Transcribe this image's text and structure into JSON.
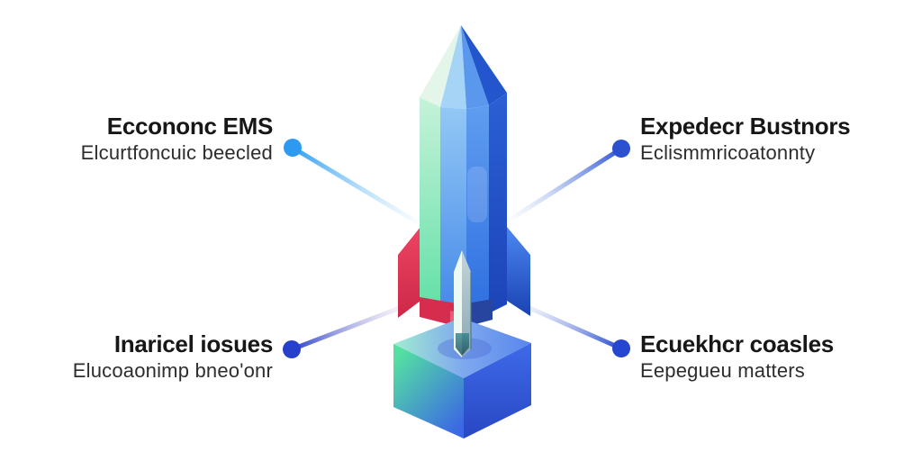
{
  "page": {
    "background": "#ffffff"
  },
  "diagram": {
    "type": "infographic-callout-diagram",
    "center_illustration": "low-poly-rocket-on-cube-pedestal",
    "palette": {
      "rocket_green": "#62e0a6",
      "rocket_light_blue": "#8fc6f5",
      "rocket_blue": "#2f6fe0",
      "rocket_dark_blue": "#1c44b8",
      "fin_red": "#d92f52",
      "fin_blue": "#2a5ad0",
      "nozzle_red": "#d62c4e",
      "nozzle_blue": "#27449e",
      "cube_green": "#54e0a2",
      "cube_blue": "#3b68e4",
      "connector_light_blue": "#2e9ef2",
      "connector_royal_blue": "#2740cc"
    },
    "callouts": [
      {
        "position": "top-left",
        "title": "Eccononc EMS",
        "subtitle": "Elcurtfoncuic beecled",
        "dot_color": "#2b9af0"
      },
      {
        "position": "top-right",
        "title": "Expedecr Bustnors",
        "subtitle": "Eclismmricoatonnty",
        "dot_color": "#2b50d0"
      },
      {
        "position": "bottom-left",
        "title": "Inaricel iosues",
        "subtitle": "Elucoaonimp bneo'onr",
        "dot_color": "#2740cc"
      },
      {
        "position": "bottom-right",
        "title": "Ecuekhcr coasles",
        "subtitle": "Eepegueu matters",
        "dot_color": "#2546d0"
      }
    ]
  }
}
